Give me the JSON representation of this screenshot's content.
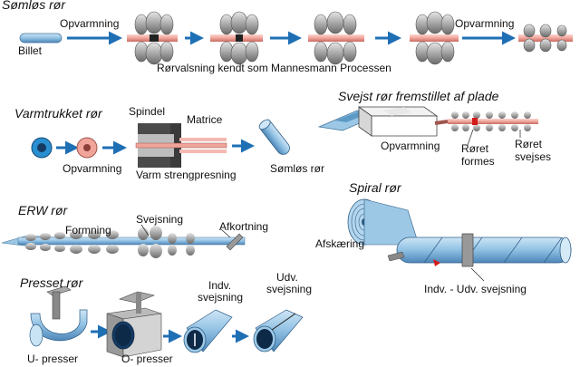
{
  "sections": {
    "seamless": {
      "title": "Sømløs rør",
      "labels": {
        "billet": "Billet",
        "heating1": "Opvarmning",
        "heating2": "Opvarmning",
        "caption": "Rørvalsning kendt som Mannesmann Processen"
      }
    },
    "hot_drawn": {
      "title": "Varmtrukket rør",
      "labels": {
        "spindle": "Spindel",
        "die": "Matrice",
        "heating": "Opvarmning",
        "process": "Varm strengpresning",
        "result": "Sømløs rør"
      }
    },
    "welded_plate": {
      "title": "Svejst rør fremstillet af plade",
      "labels": {
        "heating": "Opvarmning",
        "formed_1": "Røret",
        "formed_2": "formes",
        "welded_1": "Røret",
        "welded_2": "svejses"
      }
    },
    "erw": {
      "title": "ERW rør",
      "labels": {
        "forming": "Formning",
        "welding": "Svejsning",
        "cutting": "Afkortning"
      }
    },
    "spiral": {
      "title": "Spiral rør",
      "labels": {
        "cutting": "Afskæring",
        "welding": "Indv. - Udv. svejsning"
      }
    },
    "pressed": {
      "title": "Presset rør",
      "labels": {
        "u_press": "U- presser",
        "o_press": "O- presser",
        "inner_weld_1": "Indv.",
        "inner_weld_2": "svejsning",
        "outer_weld_1": "Udv.",
        "outer_weld_2": "svejsning"
      }
    }
  },
  "colors": {
    "pipe_blue": "#9cc8e6",
    "heated_pink": "#f0a8a0",
    "arrow_blue": "#1f6fb5",
    "machine_gray": "#8c8c8c"
  }
}
